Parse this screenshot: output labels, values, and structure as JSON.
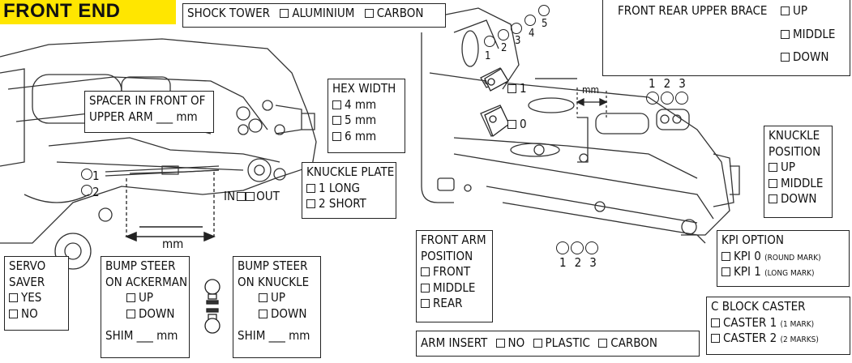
{
  "header": {
    "title": "FRONT END"
  },
  "shock_tower": {
    "label": "SHOCK TOWER",
    "opt1": "ALUMINIUM",
    "opt2": "CARBON"
  },
  "brace": {
    "title": "FRONT REAR UPPER BRACE",
    "opt1": "UP",
    "opt2": "MIDDLE",
    "opt3": "DOWN"
  },
  "spacer": {
    "line1": "SPACER IN FRONT OF",
    "line2": "UPPER ARM ___ mm"
  },
  "hex": {
    "title": "HEX WIDTH",
    "opt1": "4 mm",
    "opt2": "5 mm",
    "opt3": "6 mm"
  },
  "knuckle_plate": {
    "title": "KNUCKLE PLATE",
    "opt1": "1 LONG",
    "opt2": "2 SHORT"
  },
  "in_out": {
    "in": "IN",
    "out": "OUT"
  },
  "left_holes": {
    "h1": "1",
    "h2": "2"
  },
  "mm_label": "mm",
  "shock_positions": [
    "1",
    "2",
    "3",
    "4",
    "5"
  ],
  "mount": {
    "opt1": "1",
    "opt2": "0",
    "mm": "mm"
  },
  "upper_holes": [
    "1",
    "2",
    "3"
  ],
  "lower_holes": [
    "1",
    "2",
    "3"
  ],
  "servo": {
    "line1": "SERVO",
    "line2": "SAVER",
    "opt1": "YES",
    "opt2": "NO"
  },
  "bump_ack": {
    "line1": "BUMP STEER",
    "line2": "ON ACKERMAN",
    "opt1": "UP",
    "opt2": "DOWN",
    "shim": "SHIM ___ mm"
  },
  "bump_knuckle": {
    "line1": "BUMP STEER",
    "line2": "ON KNUCKLE",
    "opt1": "UP",
    "opt2": "DOWN",
    "shim": "SHIM ___ mm"
  },
  "front_arm": {
    "line1": "FRONT ARM",
    "line2": "POSITION",
    "opt1": "FRONT",
    "opt2": "MIDDLE",
    "opt3": "REAR"
  },
  "arm_insert": {
    "label": "ARM INSERT",
    "opt1": "NO",
    "opt2": "PLASTIC",
    "opt3": "CARBON"
  },
  "knuckle_pos": {
    "line1": "KNUCKLE",
    "line2": "POSITION",
    "opt1": "UP",
    "opt2": "MIDDLE",
    "opt3": "DOWN"
  },
  "kpi": {
    "title": "KPI OPTION",
    "opt1": "KPI 0",
    "opt1_note": "(ROUND MARK)",
    "opt2": "KPI 1",
    "opt2_note": "(LONG MARK)"
  },
  "cblock": {
    "title": "C BLOCK CASTER",
    "opt1": "CASTER 1",
    "opt1_note": "(1 MARK)",
    "opt2": "CASTER 2",
    "opt2_note": "(2 MARKS)"
  },
  "colors": {
    "accent": "#ffe600",
    "line": "#222222"
  }
}
